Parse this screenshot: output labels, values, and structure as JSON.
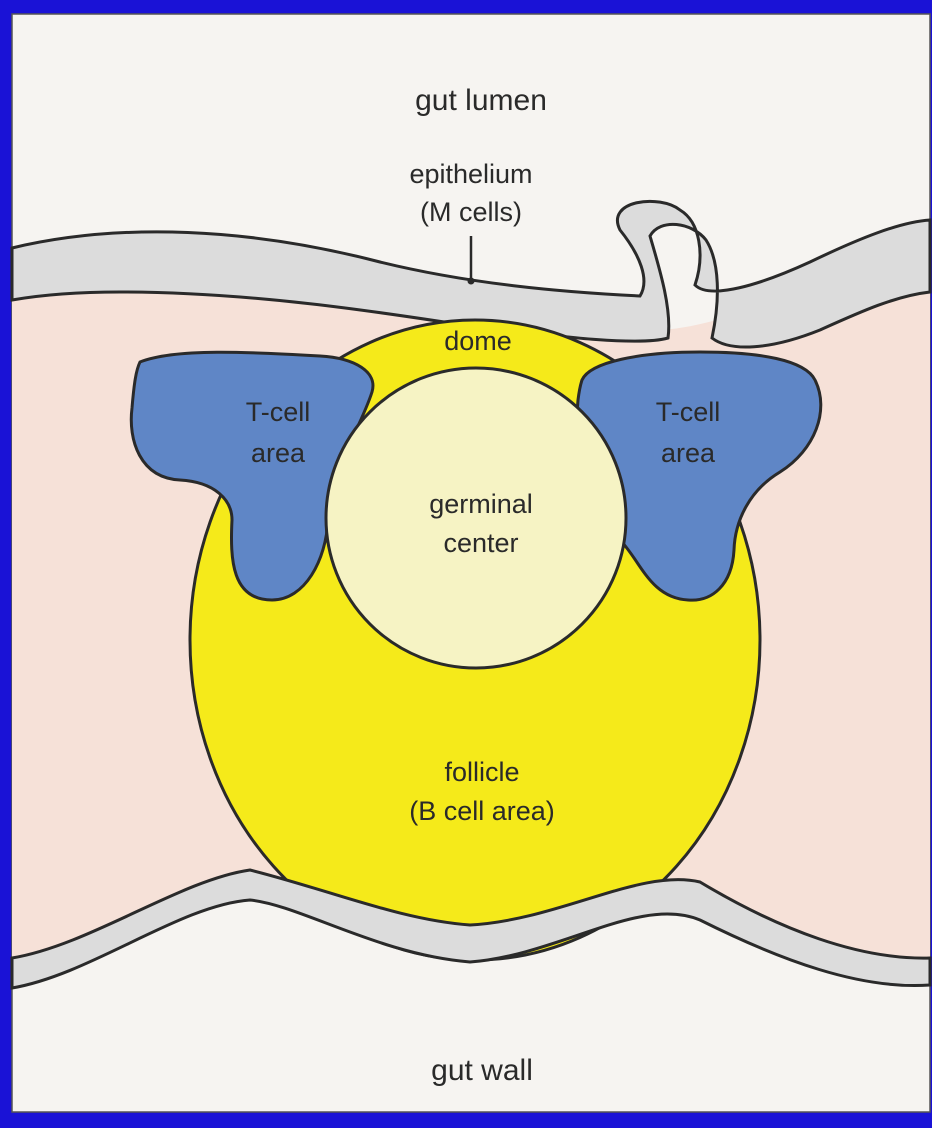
{
  "labels": {
    "gut_lumen": "gut lumen",
    "epithelium_line1": "epithelium",
    "epithelium_line2": "(M cells)",
    "dome": "dome",
    "tcell_left_line1": "T-cell",
    "tcell_left_line2": "area",
    "tcell_right_line1": "T-cell",
    "tcell_right_line2": "area",
    "germinal_line1": "germinal",
    "germinal_line2": "center",
    "follicle_line1": "follicle",
    "follicle_line2": "(B cell area)",
    "gut_wall": "gut wall"
  },
  "colors": {
    "frame_border": "#1a12d6",
    "panel_background": "#f6f4f1",
    "tissue": "#f6e1d8",
    "epithelium": "#dcdcdc",
    "follicle": "#f5ea1a",
    "germinal_center": "#f6f3c4",
    "t_cell_area": "#5f86c6",
    "outline": "#2a2a2a"
  }
}
